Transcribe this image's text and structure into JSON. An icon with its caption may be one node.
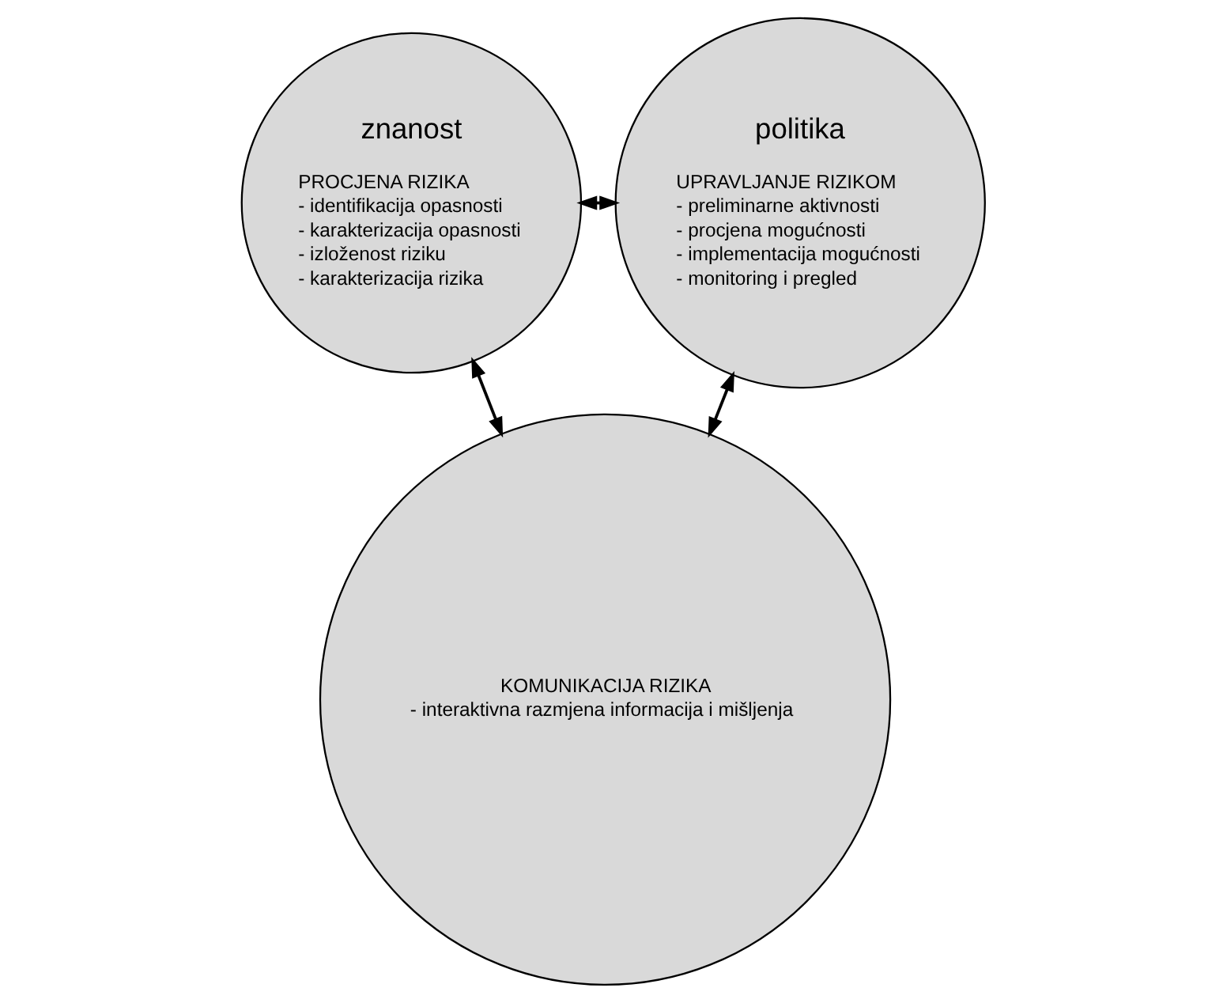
{
  "diagram": {
    "nodes": [
      {
        "text": [
          "znanost",
          "PROCJENA RIZIKA",
          "- identifikacija opasnosti",
          "- karakterizacija opasnosti",
          "- izloženost riziku",
          "- karakterizacija rizika"
        ]
      },
      {
        "text": [
          "politika",
          "UPRAVLJANJE RIZIKOM",
          "- preliminarne aktivnosti",
          "- procjena mogućnosti",
          "- implementacija mogućnosti",
          "- monitoring i pregled"
        ]
      },
      {
        "text": [
          "KOMUNIKACIJA RIZIKA",
          "- interaktivna razmjena informacija i mišljenja"
        ]
      }
    ],
    "edges": [
      {
        "from": 0,
        "to": 1,
        "arrow": "both"
      },
      {
        "from": 0,
        "to": 2,
        "arrow": "both"
      },
      {
        "from": 1,
        "to": 2,
        "arrow": "both"
      }
    ]
  }
}
